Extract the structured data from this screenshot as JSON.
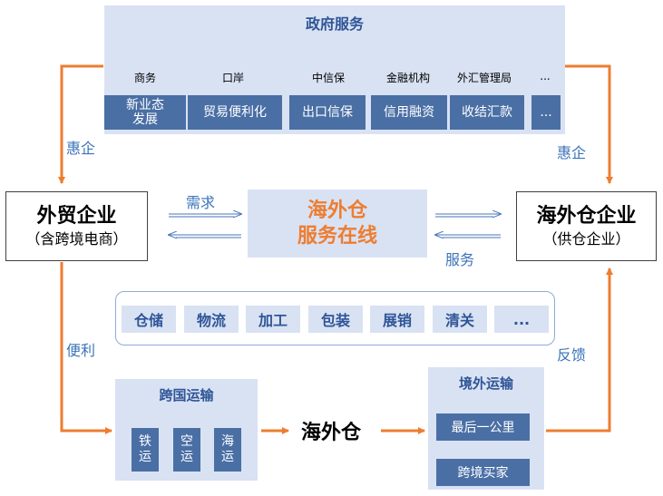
{
  "government": {
    "title": "政府服务",
    "agencies": [
      "商务",
      "口岸",
      "中信保",
      "金融机构",
      "外汇管理局",
      "..."
    ],
    "services": [
      "新业态\n发展",
      "贸易便利化",
      "出口信保",
      "信用融资",
      "收结汇款",
      "..."
    ]
  },
  "center": {
    "line1": "海外仓",
    "line2": "服务在线"
  },
  "left_entity": {
    "name": "外贸企业",
    "sub": "（含跨境电商）"
  },
  "right_entity": {
    "name": "海外仓企业",
    "sub": "（供仓企业）"
  },
  "edges": {
    "left_benefit": "惠企",
    "right_benefit": "惠企",
    "demand": "需求",
    "service": "服务",
    "convenience": "便利",
    "feedback": "反馈"
  },
  "warehouse_services": [
    "仓储",
    "物流",
    "加工",
    "包装",
    "展销",
    "清关",
    "..."
  ],
  "cross_border": {
    "title": "跨国运输",
    "modes": [
      "铁\n运",
      "空\n运",
      "海\n运"
    ]
  },
  "overseas_warehouse": "海外仓",
  "overseas_transport": {
    "title": "境外运输",
    "items": [
      "最后一公里",
      "跨境买家"
    ]
  },
  "colors": {
    "panel": "#d9e2f3",
    "tile": "#4a6fa5",
    "orange": "#ed7d31",
    "blue_text": "#3b73b9",
    "dark_blue": "#2f5597"
  }
}
